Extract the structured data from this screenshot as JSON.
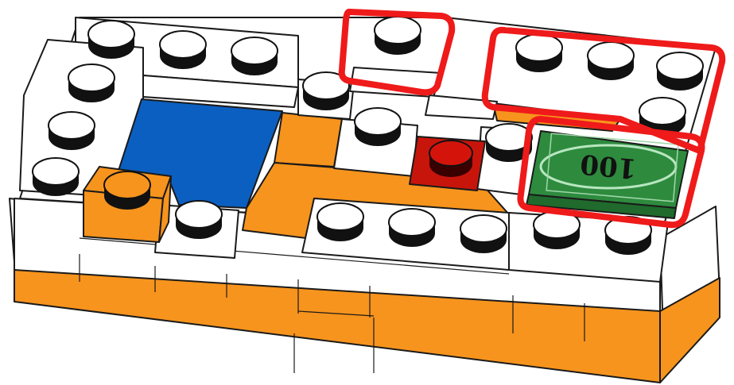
{
  "colors": {
    "brick_white": "#ffffff",
    "brick_orange": "#f7941d",
    "water_blue": "#0b5fc0",
    "red_stud": "#c8150b",
    "note_green": "#2e8b3e",
    "note_light": "#7fc38b",
    "highlight_red": "#ef1a1a",
    "outline": "#1a1a1a"
  },
  "banknote": {
    "value": "100"
  },
  "highlights": [
    "single-stud-region",
    "top-right-l-region",
    "banknote-region"
  ]
}
